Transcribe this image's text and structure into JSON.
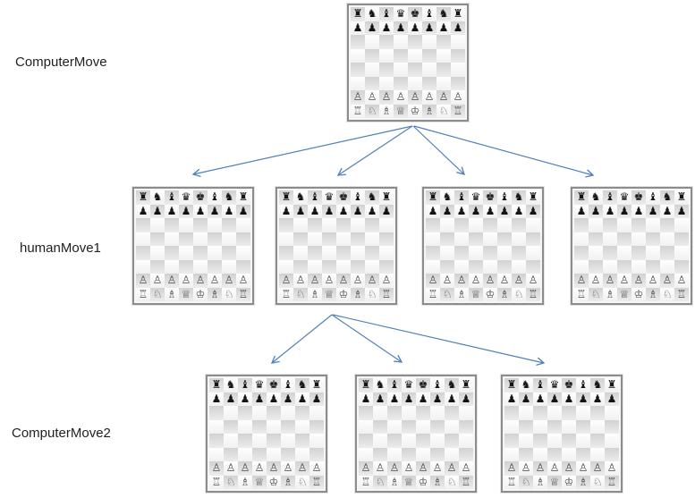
{
  "diagram": {
    "levels": [
      {
        "label": "ComputerMove",
        "boards": [
          "root"
        ]
      },
      {
        "label": "humanMove1",
        "boards": [
          "human1-1",
          "human1-2",
          "human1-3",
          "human1-4"
        ]
      },
      {
        "label": "ComputerMove2",
        "boards": [
          "computer2-1",
          "computer2-2",
          "computer2-3"
        ]
      }
    ],
    "edges": [
      {
        "from": "root",
        "to": "human1-1"
      },
      {
        "from": "root",
        "to": "human1-2"
      },
      {
        "from": "root",
        "to": "human1-3"
      },
      {
        "from": "root",
        "to": "human1-4"
      },
      {
        "from": "human1-2",
        "to": "computer2-1"
      },
      {
        "from": "human1-2",
        "to": "computer2-2"
      },
      {
        "from": "human1-2",
        "to": "computer2-3"
      }
    ]
  },
  "colors": {
    "background": "#ffffff",
    "arrow": "#4f81bd",
    "board-border": "#8c8c8c",
    "square-light-top": "#fefefe",
    "square-light-bottom": "#f1f1f1",
    "square-dark-top": "#d2d2d2",
    "square-dark-bottom": "#ececec",
    "label-text": "#1f1f1f"
  },
  "chessboard": {
    "description": "standard-chess-start-position",
    "rows": [
      [
        "br",
        "bn",
        "bb",
        "bq",
        "bk",
        "bb",
        "bn",
        "br"
      ],
      [
        "bp",
        "bp",
        "bp",
        "bp",
        "bp",
        "bp",
        "bp",
        "bp"
      ],
      [
        "",
        "",
        "",
        "",
        "",
        "",
        "",
        ""
      ],
      [
        "",
        "",
        "",
        "",
        "",
        "",
        "",
        ""
      ],
      [
        "",
        "",
        "",
        "",
        "",
        "",
        "",
        ""
      ],
      [
        "",
        "",
        "",
        "",
        "",
        "",
        "",
        ""
      ],
      [
        "wp",
        "wp",
        "wp",
        "wp",
        "wp",
        "wp",
        "wp",
        "wp"
      ],
      [
        "wr",
        "wn",
        "wb",
        "wq",
        "wk",
        "wb",
        "wn",
        "wr"
      ]
    ],
    "glyphs": {
      "br": "♜",
      "bn": "♞",
      "bb": "♝",
      "bq": "♛",
      "bk": "♚",
      "bp": "♟",
      "wr": "♖",
      "wn": "♘",
      "wb": "♗",
      "wq": "♕",
      "wk": "♔",
      "wp": "♙"
    }
  }
}
